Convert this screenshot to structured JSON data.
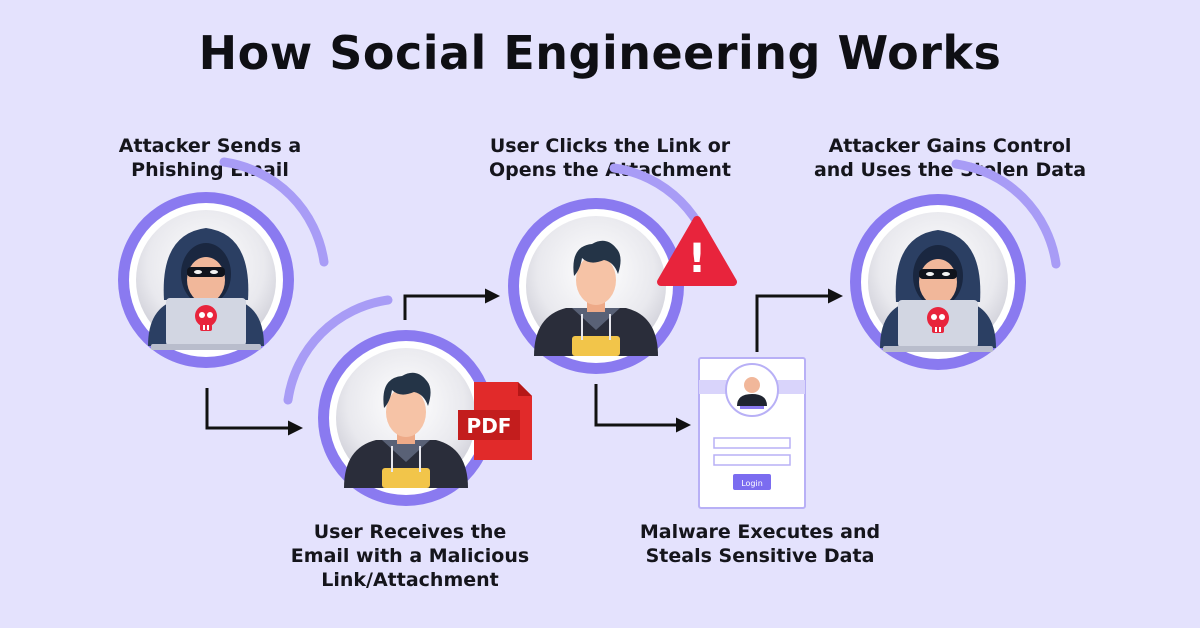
{
  "title": "How Social Engineering Works",
  "steps": [
    {
      "line1": "Attacker Sends a",
      "line2": "Phishing Email"
    },
    {
      "line1": "User Receives the",
      "line2": "Email with a Malicious",
      "line3": "Link/Attachment"
    },
    {
      "line1": "User Clicks the Link or",
      "line2": "Opens the Attachment"
    },
    {
      "line1": "Malware Executes and",
      "line2": "Steals Sensitive Data"
    },
    {
      "line1": "Attacker Gains Control",
      "line2": "and Uses the Stolen Data"
    }
  ],
  "icons": {
    "pdf_label": "PDF",
    "alert_mark": "!",
    "login_button": "Login"
  },
  "colors": {
    "background": "#e4e2fd",
    "ring": "#8a7af0",
    "alert": "#e8243c",
    "pdf": "#e12a2a",
    "button": "#7b6cf0"
  }
}
